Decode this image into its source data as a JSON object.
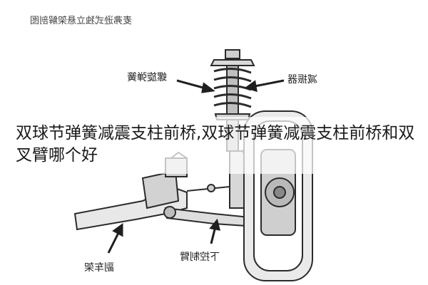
{
  "diagram": {
    "title": "麦弗逊式独立悬架解剖图",
    "labels": {
      "coil_spring": "螺旋弹簧",
      "shock_absorber": "减振器",
      "subframe": "副车架",
      "lower_control_arm": "下控制臂"
    },
    "mirrored_text": true
  },
  "caption": {
    "text": "双球节弹簧减震支柱前桥,双球节弹簧减震支柱前桥和双叉臂哪个好"
  },
  "colors": {
    "line": "#2b2b2b",
    "fill_light": "#e6e6e6",
    "fill_mid": "#b9b9b9",
    "arrow": "#1f1f1f"
  },
  "icons": [
    "arrow-icon"
  ]
}
